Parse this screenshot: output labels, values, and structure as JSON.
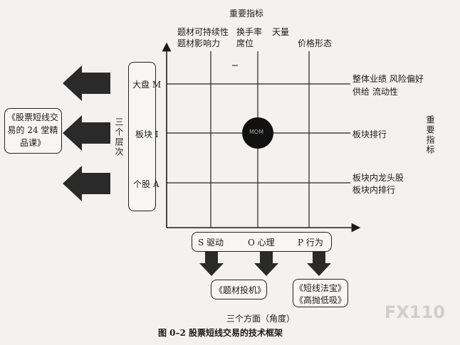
{
  "axis_titles": {
    "top": "重要指标",
    "right": "重要指标",
    "bottom": "三个方面（角度）"
  },
  "top_labels": {
    "col1_line1": "题材可持续性",
    "col1_line2": "题材影响力",
    "col2_line1": "换手率",
    "col2_line2": "席位",
    "col3_line1": "天量",
    "col4_line2": "价格形态"
  },
  "levels": {
    "title": "三个层次",
    "items": [
      "大盘 M",
      "板块 I",
      "个股 A"
    ]
  },
  "right_labels": {
    "row1_line1": "整体业绩   风险偏好",
    "row1_line2": "供给   流动性",
    "row2": "板块排行",
    "row3_line1": "板块内龙头股",
    "row3_line2": "板块内排行"
  },
  "center_node": "MOM",
  "aspects": [
    "S 驱动",
    "O 心理",
    "P 行为"
  ],
  "books": {
    "left": "《股票短线交易的 24 堂精品课》",
    "bottom_left": "《题材投机》",
    "bottom_right_line1": "《短线法宝》",
    "bottom_right_line2": "《高抛低吸》"
  },
  "caption": "图 0–2   股票短线交易的技术框架",
  "watermark": "FX110",
  "colors": {
    "ink": "#1a1a1a",
    "paper": "#f3f2ee"
  }
}
